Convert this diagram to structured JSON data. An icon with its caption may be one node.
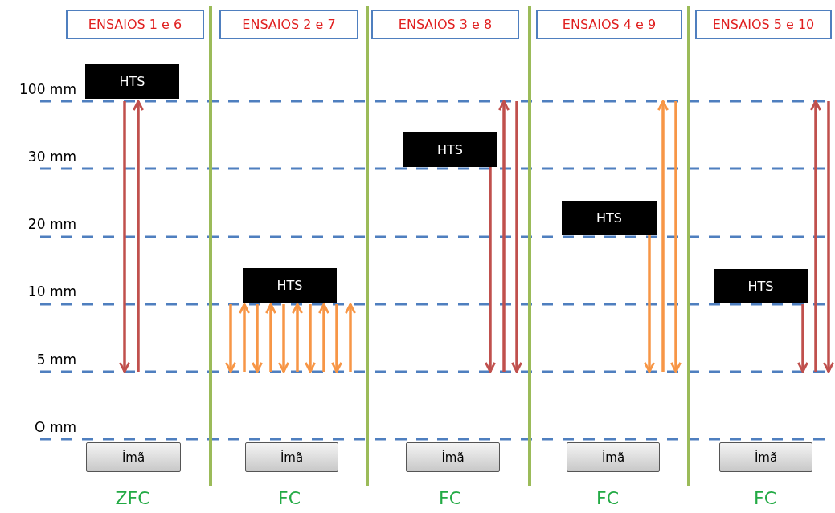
{
  "diagram": {
    "nodes": [
      {
        "text": [
          "ENSAIOS 1 e 6"
        ]
      },
      {
        "text": [
          "ENSAIOS 2 e 7"
        ]
      },
      {
        "text": [
          "ENSAIOS 3 e 8"
        ]
      },
      {
        "text": [
          "ENSAIOS 4 e 9"
        ]
      },
      {
        "text": [
          "ENSAIOS 5 e 10"
        ]
      },
      {
        "text": [
          "HTS"
        ]
      },
      {
        "text": [
          "HTS"
        ]
      },
      {
        "text": [
          "HTS"
        ]
      },
      {
        "text": [
          "HTS"
        ]
      },
      {
        "text": [
          "HTS"
        ]
      },
      {
        "text": [
          "Ímã"
        ]
      },
      {
        "text": [
          "Ímã"
        ]
      },
      {
        "text": [
          "Ímã"
        ]
      },
      {
        "text": [
          "Ímã"
        ]
      },
      {
        "text": [
          "Ímã"
        ]
      }
    ],
    "labels": [
      "100 mm",
      "30 mm",
      "20 mm",
      "10 mm",
      "5 mm",
      "O mm",
      "ZFC",
      "FC",
      "FC",
      "FC",
      "FC"
    ]
  }
}
